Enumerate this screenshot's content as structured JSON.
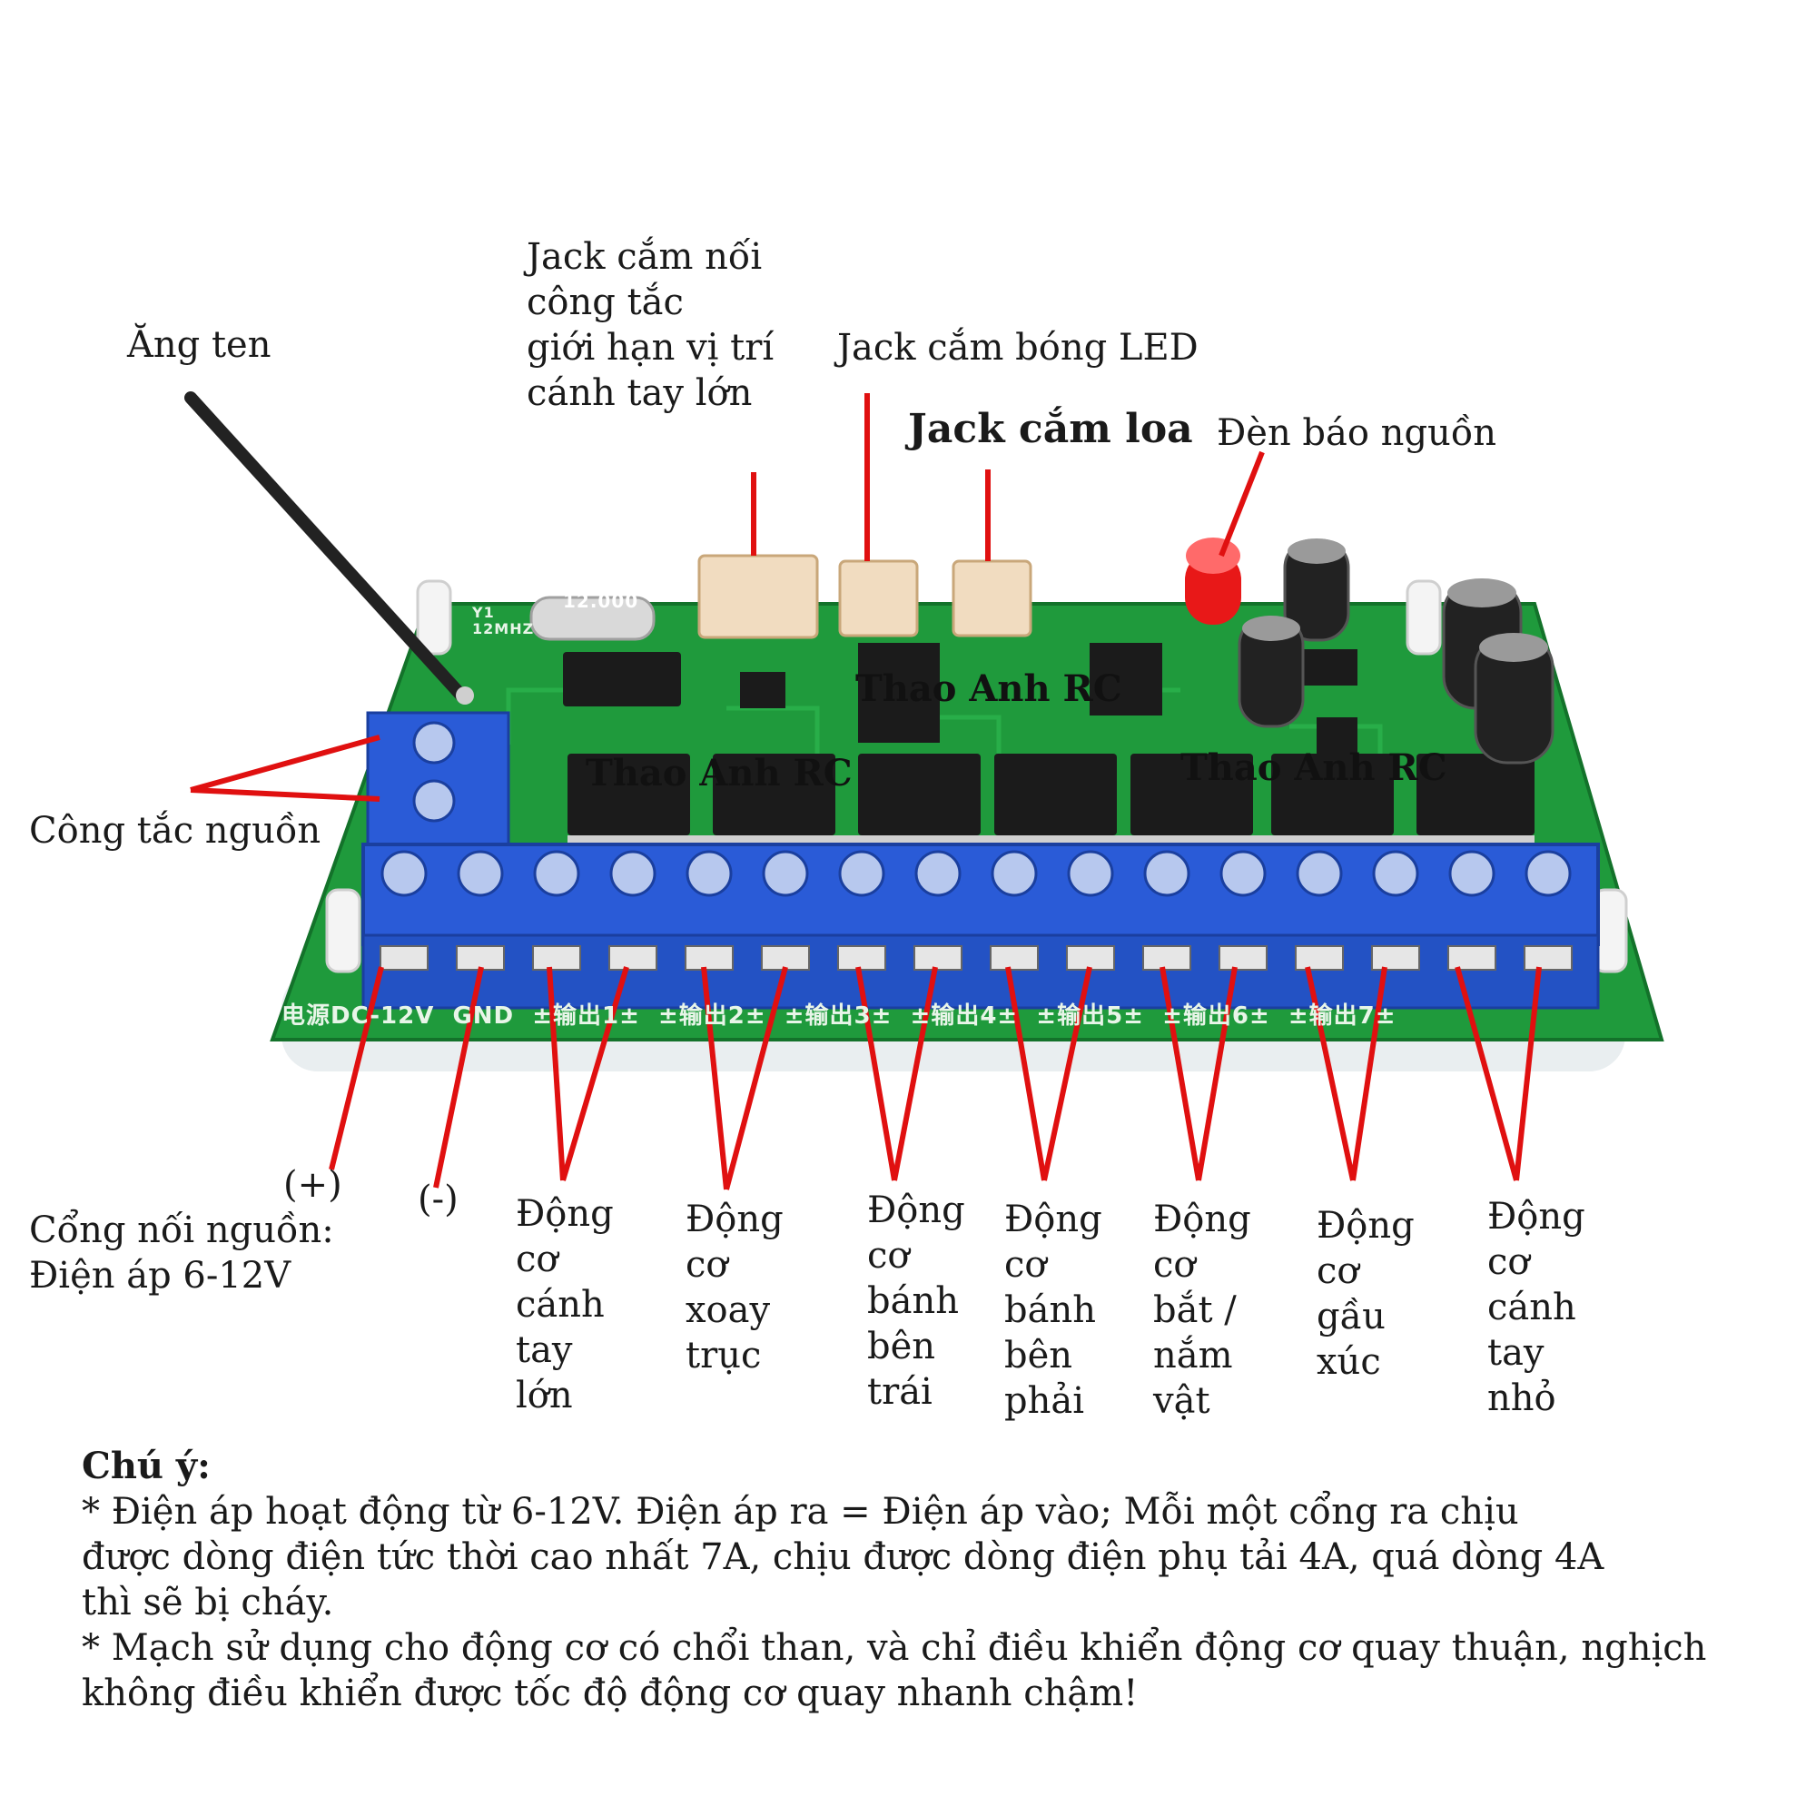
{
  "labels": {
    "antenna": "Ăng ten",
    "limit_jack": "Jack cắm nối\ncông tắc\ngiới hạn vị trí\ncánh tay lớn",
    "led_jack": "Jack cắm bóng LED",
    "speaker_jack": "Jack cắm loa",
    "power_led": "Đèn báo nguồn",
    "power_switch": "Công tắc nguồn",
    "plus": "(+)",
    "minus": "(-)",
    "power_port": "Cổng nối nguồn:\nĐiện áp 6-12V",
    "motor_big_arm": "Động\ncơ\ncánh\ntay\nlớn",
    "motor_rotate": "Động\ncơ\nxoay\ntrục",
    "motor_left_wheel": "Động\ncơ\nbánh\nbên\ntrái",
    "motor_right_wheel": "Động\ncơ\nbánh\nbên\nphải",
    "motor_grip": "Động\ncơ\nbắt /\nnắm\nvật",
    "motor_bucket": "Động\ncơ\ngầu\nxúc",
    "motor_small_arm": "Động\ncơ\ncánh\ntay\nnhỏ"
  },
  "watermarks": [
    "Thao Anh RC",
    "Thao Anh RC",
    "Thao Anh RC"
  ],
  "board_silkscreen": {
    "bottom": "电源DC-12V  GND  ±输出1±  ±输出2±  ±输出3±  ±输出4±  ±输出5±  ±输出6±  ±输出7±",
    "crystal": "12.000",
    "crystal_ref": "Y1\n12MHZ"
  },
  "note": {
    "title": "Chú ý:",
    "line1": "* Điện áp hoạt động từ 6-12V. Điện áp ra = Điện áp vào; Mỗi một cổng ra chịu\nđược dòng điện tức thời cao nhất 7A, chịu được dòng điện phụ tải 4A, quá dòng 4A\nthì sẽ bị cháy.",
    "line2": "* Mạch sử dụng cho động cơ có chổi than, và chỉ điều khiển động cơ quay thuận, nghịch\nkhông điều khiển được tốc độ động cơ quay nhanh chậm!"
  },
  "colors": {
    "pcb": "#1f9a3c",
    "terminal": "#2a5bd7",
    "pointer": "#e01010",
    "chip": "#1b1b1b",
    "connector": "#f1dcc0"
  },
  "terminal_count": 16
}
